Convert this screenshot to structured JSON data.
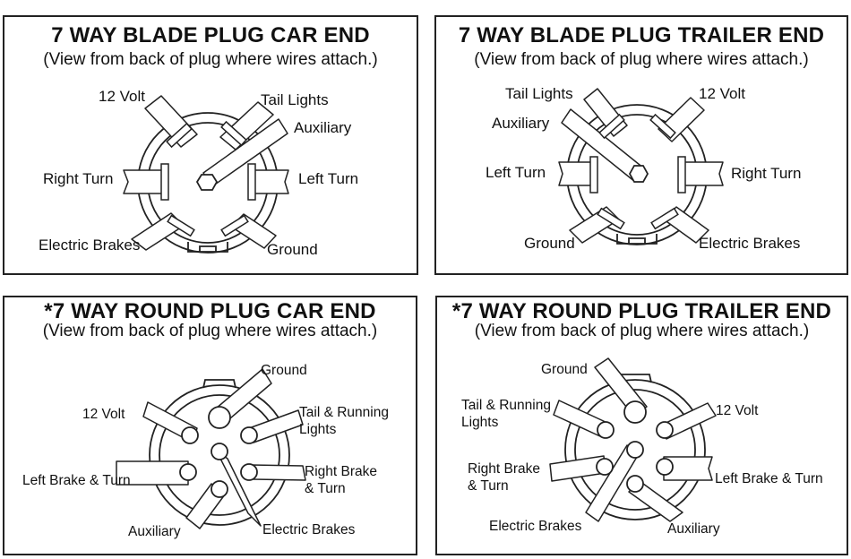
{
  "panels": {
    "blade_car": {
      "title": "7 WAY BLADE PLUG CAR END",
      "subtitle": "(View from back of plug where wires attach.)",
      "labels": {
        "twelve_volt": "12 Volt",
        "tail_lights": "Tail Lights",
        "auxiliary": "Auxiliary",
        "right_turn": "Right Turn",
        "left_turn": "Left Turn",
        "electric_brakes": "Electric Brakes",
        "ground": "Ground"
      }
    },
    "blade_trailer": {
      "title": "7 WAY BLADE PLUG TRAILER END",
      "subtitle": "(View from back of plug where wires attach.)",
      "labels": {
        "tail_lights": "Tail Lights",
        "twelve_volt": "12 Volt",
        "auxiliary": "Auxiliary",
        "left_turn": "Left Turn",
        "right_turn": "Right Turn",
        "ground": "Ground",
        "electric_brakes": "Electric Brakes"
      }
    },
    "round_car": {
      "title": "*7 WAY ROUND PLUG CAR END",
      "subtitle": "(View from back of plug where wires attach.)",
      "labels": {
        "ground": "Ground",
        "twelve_volt": "12 Volt",
        "tail_running_1": "Tail & Running",
        "tail_running_2": "Lights",
        "left_brake_turn": "Left Brake & Turn",
        "right_brake_turn_1": "Right Brake",
        "right_brake_turn_2": "& Turn",
        "auxiliary": "Auxiliary",
        "electric_brakes": "Electric Brakes"
      }
    },
    "round_trailer": {
      "title": "*7 WAY ROUND PLUG TRAILER END",
      "subtitle": "(View from back of plug where wires attach.)",
      "labels": {
        "ground": "Ground",
        "tail_running_1": "Tail & Running",
        "tail_running_2": "Lights",
        "twelve_volt": "12 Volt",
        "right_brake_turn_1": "Right Brake",
        "right_brake_turn_2": "& Turn",
        "left_brake_turn": "Left Brake & Turn",
        "electric_brakes": "Electric Brakes",
        "auxiliary": "Auxiliary"
      }
    }
  }
}
